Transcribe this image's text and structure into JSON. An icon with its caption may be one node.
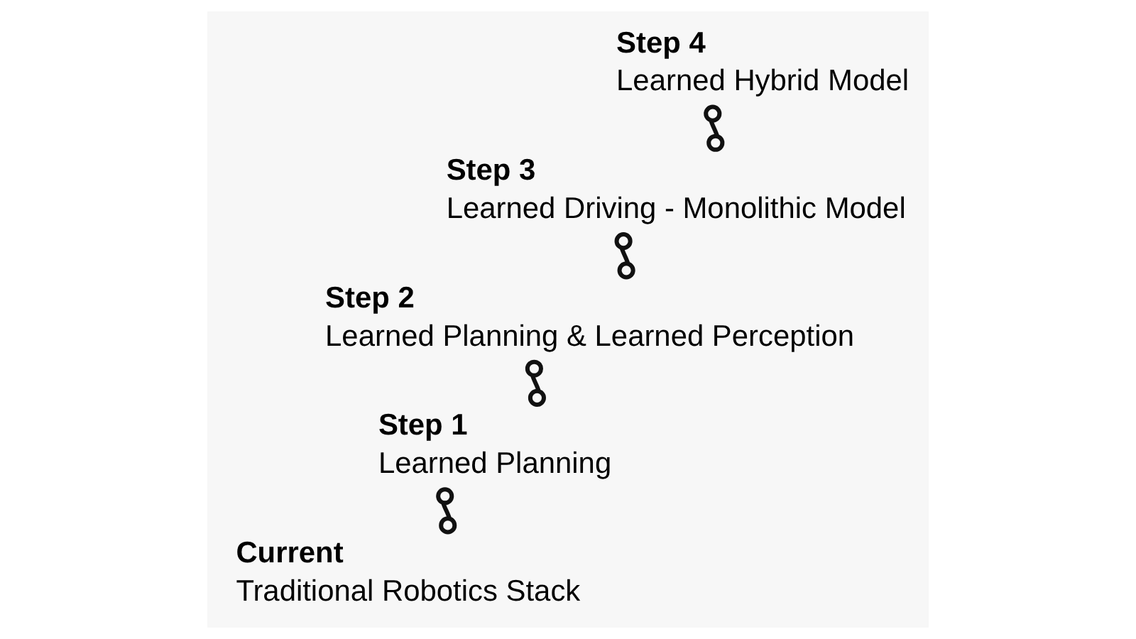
{
  "diagram": {
    "nodes": [
      {
        "text": [
          "Current",
          "Traditional Robotics Stack"
        ]
      },
      {
        "text": [
          "Step 1",
          "Learned Planning"
        ]
      },
      {
        "text": [
          "Step 2",
          "Learned Planning & Learned Perception"
        ]
      },
      {
        "text": [
          "Step 3",
          "Learned Driving - Monolithic Model"
        ]
      },
      {
        "text": [
          "Step 4",
          "Learned Hybrid Model"
        ]
      }
    ],
    "edges": [
      {
        "from": 0,
        "to": 1,
        "arrow": "other"
      },
      {
        "from": 1,
        "to": 2,
        "arrow": "other"
      },
      {
        "from": 2,
        "to": 3,
        "arrow": "other"
      },
      {
        "from": 3,
        "to": 4,
        "arrow": "other"
      }
    ]
  }
}
